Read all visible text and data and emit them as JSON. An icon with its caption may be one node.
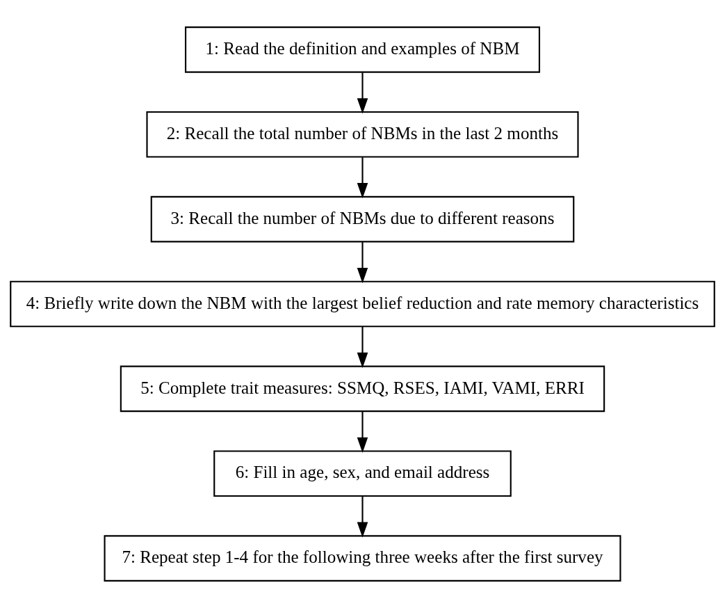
{
  "diagram": {
    "nodes": [
      {
        "text": [
          "1: Read the definition and examples of NBM"
        ]
      },
      {
        "text": [
          "2: Recall the total number of NBMs in the last 2 months"
        ]
      },
      {
        "text": [
          "3: Recall the number of NBMs due to different reasons"
        ]
      },
      {
        "text": [
          "4: Briefly write down the NBM with the largest belief reduction and rate memory characteristics"
        ]
      },
      {
        "text": [
          "5: Complete trait measures: SSMQ, RSES, IAMI, VAMI, ERRI"
        ]
      },
      {
        "text": [
          "6: Fill in age, sex, and email address"
        ]
      },
      {
        "text": [
          "7: Repeat step 1-4 for the following three weeks after the first survey"
        ]
      }
    ],
    "edges": [
      {
        "from": 0,
        "to": 1,
        "arrow": "to"
      },
      {
        "from": 1,
        "to": 2,
        "arrow": "to"
      },
      {
        "from": 2,
        "to": 3,
        "arrow": "to"
      },
      {
        "from": 3,
        "to": 4,
        "arrow": "to"
      },
      {
        "from": 4,
        "to": 5,
        "arrow": "to"
      },
      {
        "from": 5,
        "to": 6,
        "arrow": "to"
      }
    ]
  }
}
